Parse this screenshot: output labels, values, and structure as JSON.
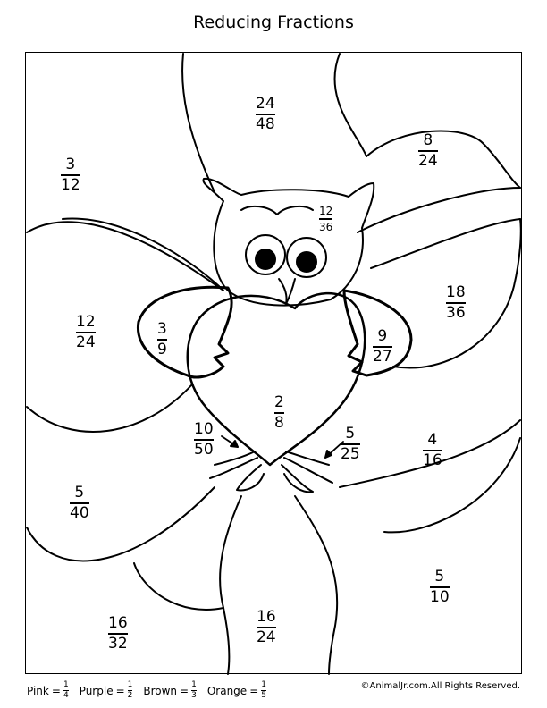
{
  "title": "Reducing Fractions",
  "regions": [
    {
      "id": "top-center",
      "num": "24",
      "den": "48"
    },
    {
      "id": "top-right",
      "num": "8",
      "den": "24"
    },
    {
      "id": "top-left",
      "num": "3",
      "den": "12"
    },
    {
      "id": "owl-head",
      "num": "12",
      "den": "36"
    },
    {
      "id": "right-upper",
      "num": "18",
      "den": "36"
    },
    {
      "id": "left-middle",
      "num": "12",
      "den": "24"
    },
    {
      "id": "left-wing",
      "num": "3",
      "den": "9"
    },
    {
      "id": "right-wing",
      "num": "9",
      "den": "27"
    },
    {
      "id": "heart",
      "num": "2",
      "den": "8"
    },
    {
      "id": "left-foot",
      "num": "10",
      "den": "50"
    },
    {
      "id": "right-foot",
      "num": "5",
      "den": "25"
    },
    {
      "id": "right-middle",
      "num": "4",
      "den": "16"
    },
    {
      "id": "left-lower",
      "num": "5",
      "den": "40"
    },
    {
      "id": "right-lower",
      "num": "5",
      "den": "10"
    },
    {
      "id": "bottom-left",
      "num": "16",
      "den": "32"
    },
    {
      "id": "bottom-center",
      "num": "16",
      "den": "24"
    }
  ],
  "legend": [
    {
      "color": "Pink",
      "num": "1",
      "den": "4"
    },
    {
      "color": "Purple",
      "num": "1",
      "den": "2"
    },
    {
      "color": "Brown",
      "num": "1",
      "den": "3"
    },
    {
      "color": "Orange",
      "num": "1",
      "den": "5"
    }
  ],
  "copyright": "©AnimalJr.com.All Rights Reserved."
}
